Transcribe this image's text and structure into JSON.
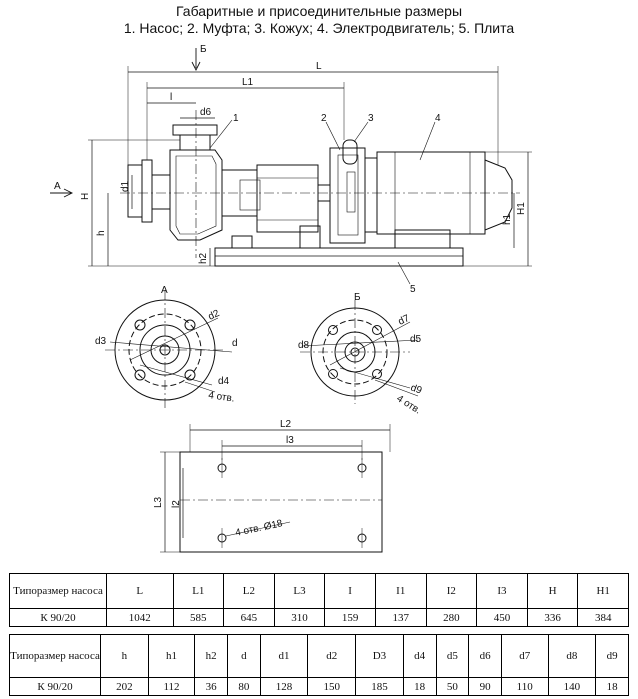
{
  "title": {
    "line1": "Габаритные и присоединительные размеры",
    "line2": "1. Насос; 2. Муфта; 3. Кожух; 4. Электродвигатель; 5. Плита"
  },
  "labels": {
    "view_b_arrow": "Б",
    "view_a_arrow": "А",
    "L": "L",
    "L1": "L1",
    "l": "l",
    "d6": "d6",
    "H": "H",
    "H1": "H1",
    "h": "h",
    "h1": "h1",
    "h2": "h2",
    "d1": "d1",
    "callout_1": "1",
    "callout_2": "2",
    "callout_3": "3",
    "callout_4": "4",
    "callout_5": "5",
    "view_a_title": "А",
    "view_b_title": "Б",
    "d2": "d2",
    "d3": "d3",
    "d": "d",
    "d4": "d4",
    "holes_a": "4 отв.",
    "d7": "d7",
    "d5": "d5",
    "d8": "d8",
    "d9": "d9",
    "holes_b": "4 отв.",
    "L2": "L2",
    "l3": "l3",
    "L3": "L3",
    "l2": "l2",
    "holes_plate": "4 отв. Ø18"
  },
  "table1": {
    "headers": [
      "Типоразмер насоса",
      "L",
      "L1",
      "L2",
      "L3",
      "I",
      "I1",
      "I2",
      "I3",
      "H",
      "H1"
    ],
    "row": [
      "К 90/20",
      "1042",
      "585",
      "645",
      "310",
      "159",
      "137",
      "280",
      "450",
      "336",
      "384"
    ]
  },
  "table2": {
    "headers": [
      "Типоразмер насоса",
      "h",
      "h1",
      "h2",
      "d",
      "d1",
      "d2",
      "D3",
      "d4",
      "d5",
      "d6",
      "d7",
      "d8",
      "d9"
    ],
    "row": [
      "К 90/20",
      "202",
      "112",
      "36",
      "80",
      "128",
      "150",
      "185",
      "18",
      "50",
      "90",
      "110",
      "140",
      "18"
    ]
  }
}
